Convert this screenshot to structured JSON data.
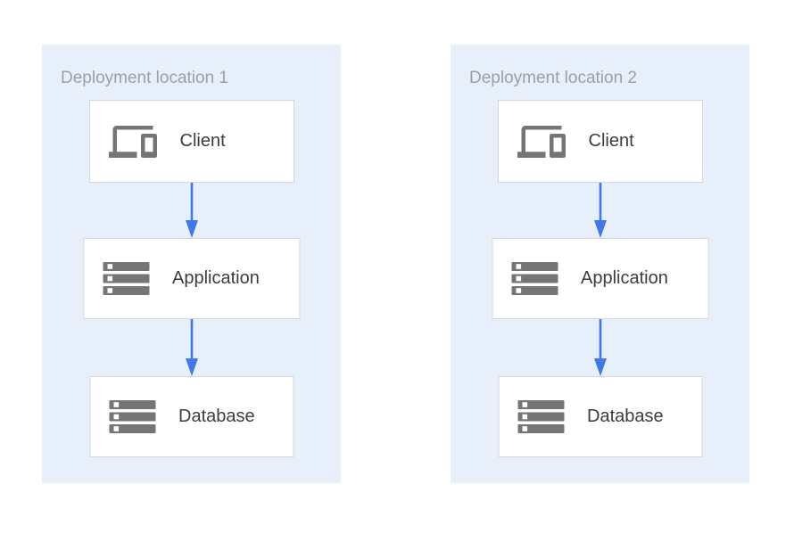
{
  "colors": {
    "page_bg": "#ffffff",
    "panel_bg": "#e7f0fa",
    "panel_title": "#9aa0a6",
    "box_bg": "#ffffff",
    "box_border": "#d4d7db",
    "icon_gray": "#757575",
    "label_text": "#3a3d40",
    "arrow_blue": "#4177ea"
  },
  "panels": [
    {
      "title": "Deployment location 1",
      "nodes": [
        {
          "label": "Client",
          "icon": "devices-icon"
        },
        {
          "label": "Application",
          "icon": "storage-icon"
        },
        {
          "label": "Database",
          "icon": "storage-icon"
        }
      ],
      "arrows": [
        {
          "from": "Client",
          "to": "Application"
        },
        {
          "from": "Application",
          "to": "Database"
        }
      ]
    },
    {
      "title": "Deployment location 2",
      "nodes": [
        {
          "label": "Client",
          "icon": "devices-icon"
        },
        {
          "label": "Application",
          "icon": "storage-icon"
        },
        {
          "label": "Database",
          "icon": "storage-icon"
        }
      ],
      "arrows": [
        {
          "from": "Client",
          "to": "Application"
        },
        {
          "from": "Application",
          "to": "Database"
        }
      ]
    }
  ]
}
